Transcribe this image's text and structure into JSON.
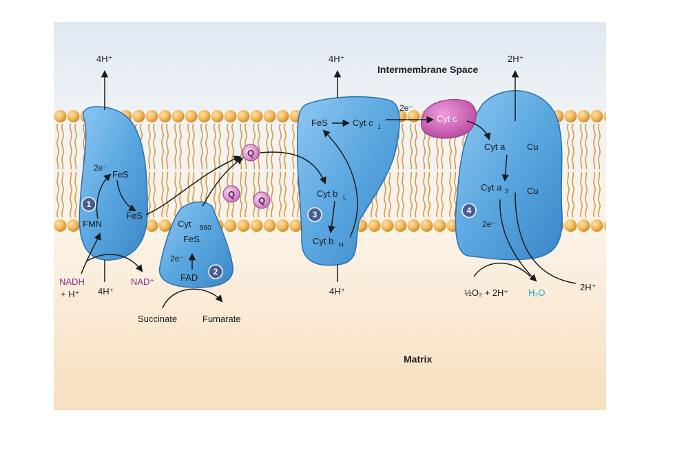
{
  "labels": {
    "intermembrane_space": "Intermembrane Space",
    "matrix": "Matrix",
    "h_top_1": "4H⁺",
    "h_top_3": "4H⁺",
    "h_top_4": "2H⁺",
    "h_bottom_1": "4H⁺",
    "h_bottom_3": "4H⁺",
    "h_right": "2H⁺",
    "nadh": "NADH",
    "plus_h": "+ H⁺",
    "nad": "NAD⁺",
    "succinate": "Succinate",
    "fumarate": "Fumarate",
    "half_o2": "½O₂ + 2H⁺",
    "h2o": "H₂O"
  },
  "complex1": {
    "number": "1",
    "e2": "2e⁻",
    "fes_top": "FeS",
    "fes_bottom": "FeS",
    "fmn": "FMN"
  },
  "complex2": {
    "number": "2",
    "cyt": "Cyt",
    "cyt_sub": "560",
    "fes": "FeS",
    "e2": "2e⁻",
    "fad": "FAD"
  },
  "complex3": {
    "number": "3",
    "fes": "FeS",
    "cyt_c1": "Cyt c",
    "cyt_c1_sub": "1",
    "cyt_bl": "Cyt b",
    "cyt_bl_sub": "L",
    "cyt_bh": "Cyt b",
    "cyt_bh_sub": "H"
  },
  "complex4": {
    "number": "4",
    "cyt_a": "Cyt a",
    "cu_1": "Cu",
    "cyt_a3": "Cyt a",
    "cyt_a3_sub": "3",
    "cu_2": "Cu",
    "e2": "2e⁻"
  },
  "cyt_c": {
    "label": "Cyt c",
    "e2": "2e⁻"
  },
  "q": {
    "q1": "Q",
    "q2": "Q",
    "q3": "Q"
  },
  "colors": {
    "complex_fill": "#5aa7e0",
    "complex_stroke": "#2a6fae",
    "cyt_c_fill": "#d877c4",
    "q_fill": "#e2a0d8",
    "membrane_head": "#f0b554",
    "nadh_color": "#8a2c8c",
    "h2o_color": "#1aa6d6"
  }
}
